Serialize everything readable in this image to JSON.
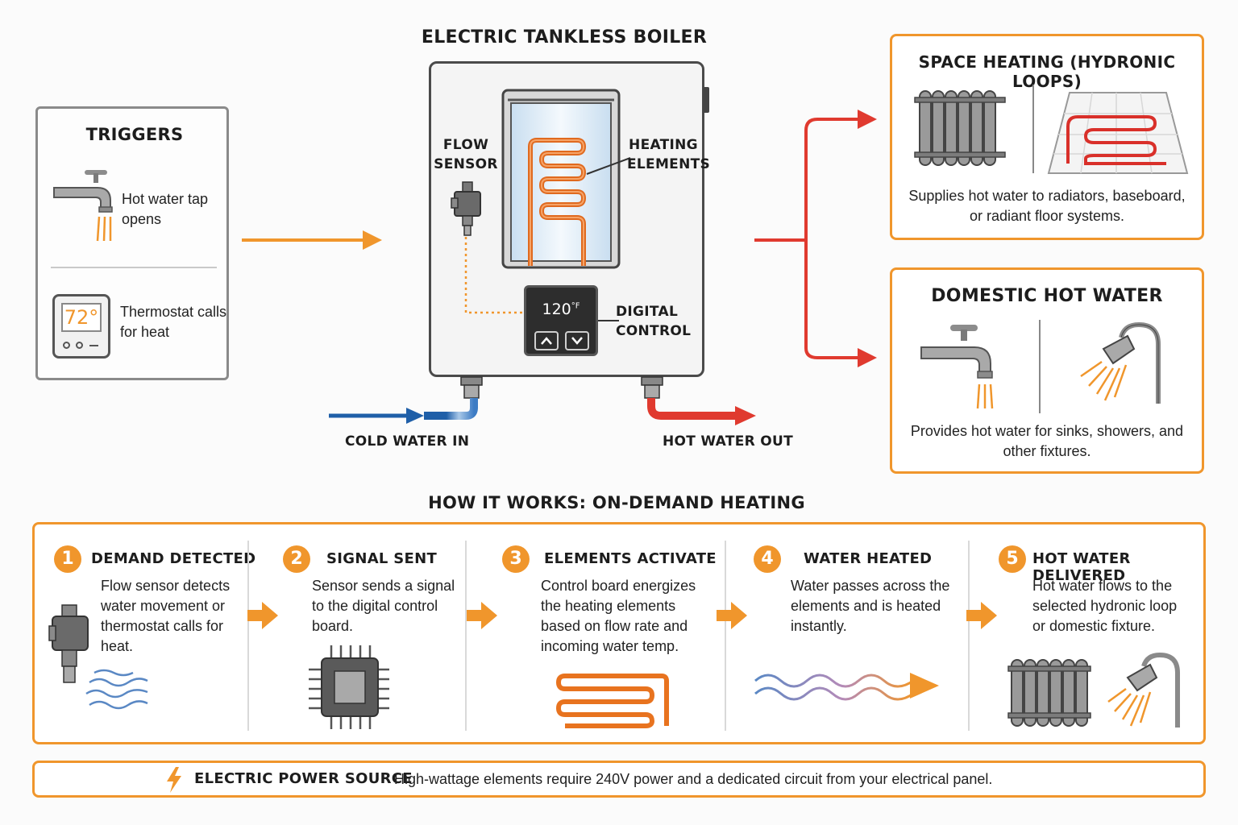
{
  "triggers": {
    "title": "TRIGGERS",
    "tap_text": "Hot water tap opens",
    "thermostat_display": "72°",
    "thermostat_text": "Thermostat calls for heat"
  },
  "boiler": {
    "title": "ELECTRIC TANKLESS BOILER",
    "flow_sensor_label": "FLOW SENSOR",
    "heating_elements_label": "HEATING ELEMENTS",
    "digital_control_label": "DIGITAL CONTROL",
    "temp_value": "120",
    "temp_unit": "°F",
    "up_icon": "chevron-up-icon",
    "down_icon": "chevron-down-icon",
    "cold_in_label": "COLD WATER IN",
    "hot_out_label": "HOT WATER OUT"
  },
  "space_heating": {
    "title": "SPACE HEATING (HYDRONIC LOOPS)",
    "description": "Supplies hot water to radiators, baseboard, or radiant floor systems."
  },
  "domestic_hot_water": {
    "title": "DOMESTIC HOT WATER",
    "description": "Provides hot water for sinks, showers, and other fixtures."
  },
  "how_it_works": {
    "title": "HOW IT WORKS: ON-DEMAND HEATING",
    "steps": [
      {
        "number": "1",
        "title": "DEMAND DETECTED",
        "description": "Flow sensor detects water movement or thermostat calls for heat."
      },
      {
        "number": "2",
        "title": "SIGNAL SENT",
        "description": "Sensor sends a signal to the digital control board."
      },
      {
        "number": "3",
        "title": "ELEMENTS ACTIVATE",
        "description": "Control board energizes the heating elements based on flow rate and incoming water temp."
      },
      {
        "number": "4",
        "title": "WATER HEATED",
        "description": "Water passes across the elements and is heated instantly."
      },
      {
        "number": "5",
        "title": "HOT WATER DELIVERED",
        "description": "Hot water flows to the selected hydronic loop or domestic fixture."
      }
    ]
  },
  "power": {
    "title": "ELECTRIC POWER SOURCE",
    "description": "High-wattage elements require 240V power and a dedicated circuit from your electrical panel."
  },
  "colors": {
    "accent_orange": "#f0962c",
    "hot_red": "#e03a2f",
    "cold_blue": "#1f5fa8"
  }
}
